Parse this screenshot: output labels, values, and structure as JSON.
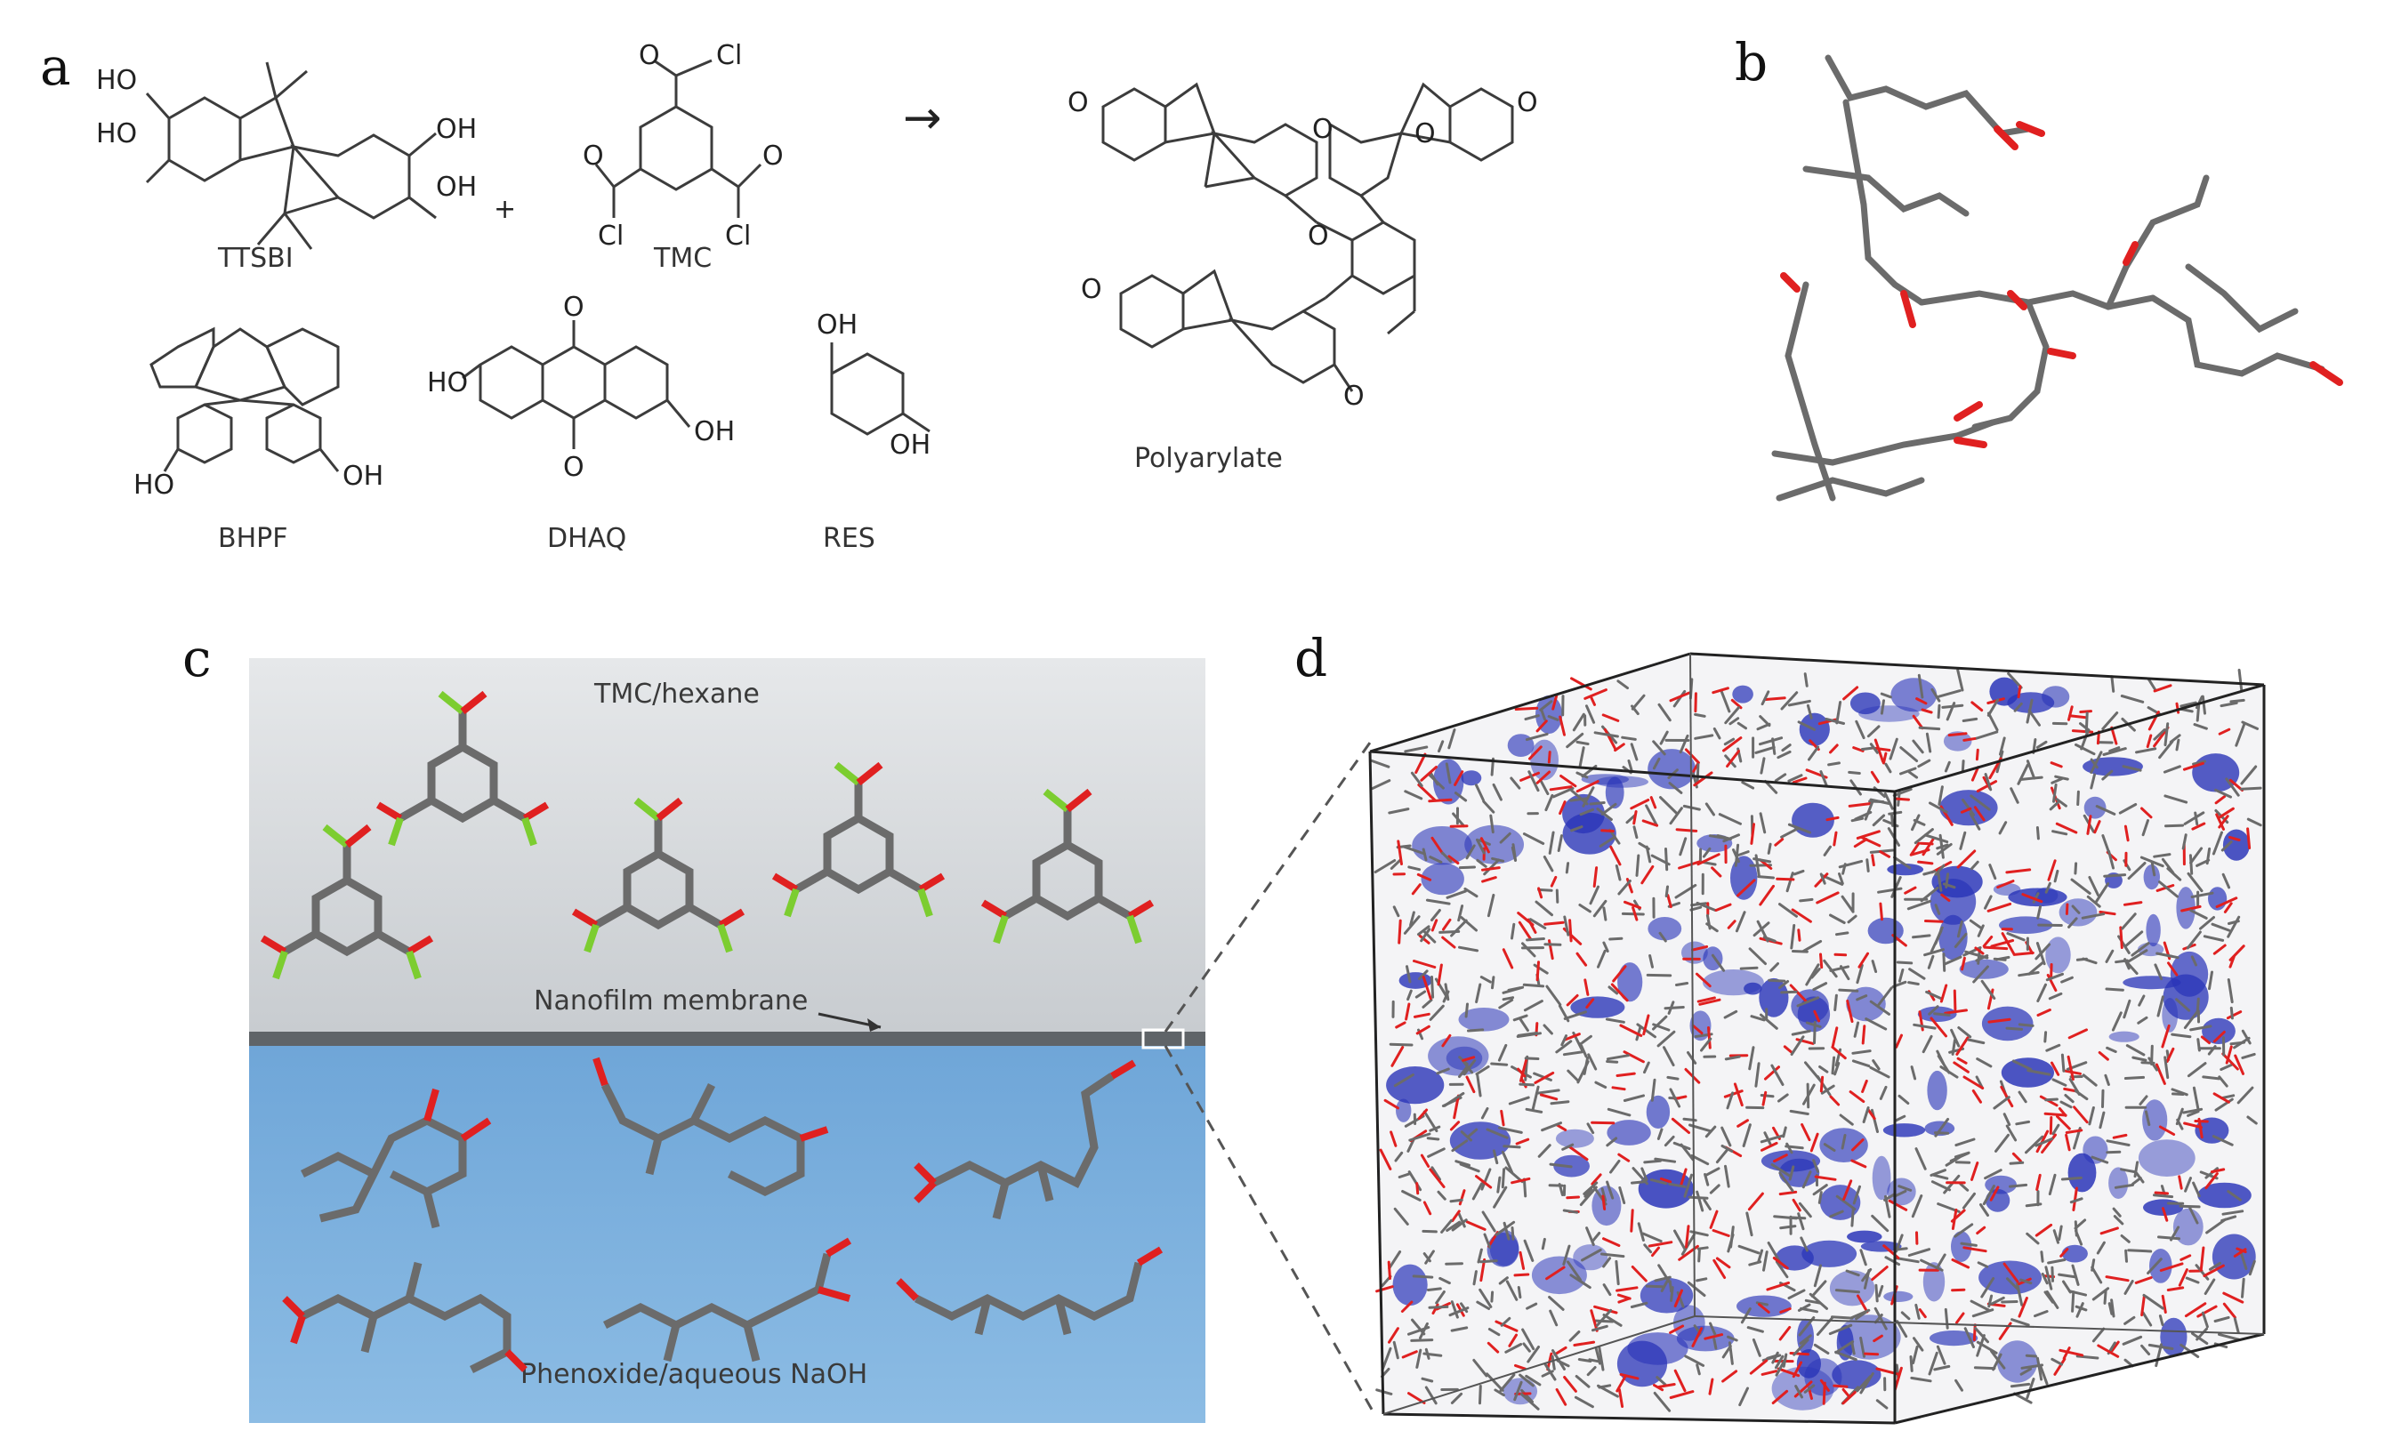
{
  "panels": {
    "a": {
      "label": "a",
      "compounds": {
        "ttsbi": "TTSBI",
        "tmc": "TMC",
        "bhpf": "BHPF",
        "dhaq": "DHAQ",
        "res": "RES",
        "product": "Polyarylate"
      },
      "plus": "+",
      "arrow": "→",
      "atoms": {
        "ho": "HO",
        "oh": "OH",
        "o": "O",
        "cl": "Cl"
      }
    },
    "b": {
      "label": "b"
    },
    "c": {
      "label": "c",
      "top_phase": "TMC/hexane",
      "membrane": "Nanofilm membrane",
      "bottom_phase": "Phenoxide/aqueous NaOH"
    },
    "d": {
      "label": "d"
    }
  },
  "colors": {
    "carbon": "#6b6b6b",
    "oxygen": "#e02020",
    "chlorine": "#7ccd30",
    "hexane_phase": "#d9dcdf",
    "aqueous_phase": "#7aaedc",
    "membrane": "#5f6468",
    "pore": "#2a35b8"
  }
}
